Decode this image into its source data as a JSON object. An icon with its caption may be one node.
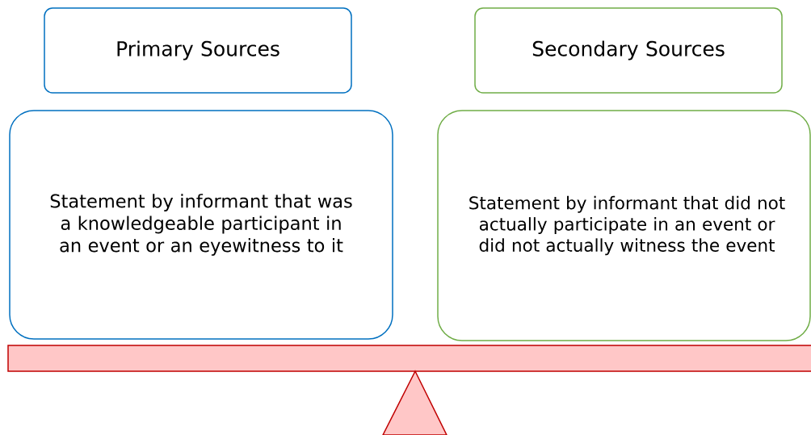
{
  "diagram": {
    "nodes": [
      {
        "text": [
          "Primary Sources"
        ]
      },
      {
        "text": [
          "Secondary Sources"
        ]
      },
      {
        "text": [
          "Statement by informant that was a knowledgeable participant in an event or an eyewitness to it"
        ]
      },
      {
        "text": [
          "Statement by informant that did not actually participate in an event or did not actually witness the event"
        ]
      }
    ]
  }
}
